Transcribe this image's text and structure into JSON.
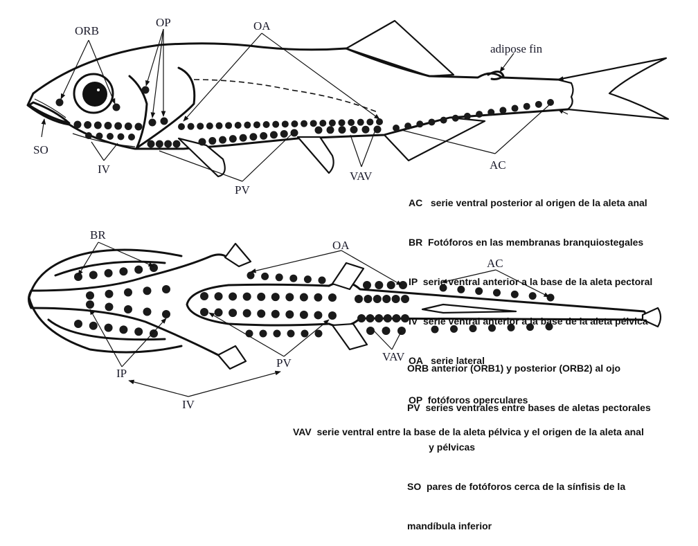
{
  "figure": {
    "lateral_view": {
      "labels": {
        "orb": "ORB",
        "op": "OP",
        "oa": "OA",
        "adipose": "adipose fin",
        "so": "SO",
        "iv": "IV",
        "pv": "PV",
        "vav": "VAV",
        "ac": "AC"
      }
    },
    "ventral_view": {
      "labels": {
        "br": "BR",
        "oa": "OA",
        "ac": "AC",
        "ip": "IP",
        "pv": "PV",
        "iv": "IV",
        "vav": "VAV"
      }
    }
  },
  "legend_top": [
    "AC   serie ventral posterior al origen de la aleta anal",
    "BR  Fotóforos en las membranas branquiostegales",
    "IP  serie ventral anterior a la base de la aleta pectoral",
    "IV  serie ventral anterior a la base de la aleta pélvica",
    "OA   serie lateral",
    "OP  fotóforos operculares"
  ],
  "legend_bottom": [
    "ORB anterior (ORB1) y posterior (ORB2) al ojo",
    "PV  series ventrales entre bases de aletas pectorales",
    "        y pélvicas",
    "SO  pares de fotóforos cerca de la sínfisis de la",
    "mandíbula inferior"
  ],
  "legend_footer": "VAV  serie ventral entre la base de la aleta pélvica y el origen de la aleta anal"
}
